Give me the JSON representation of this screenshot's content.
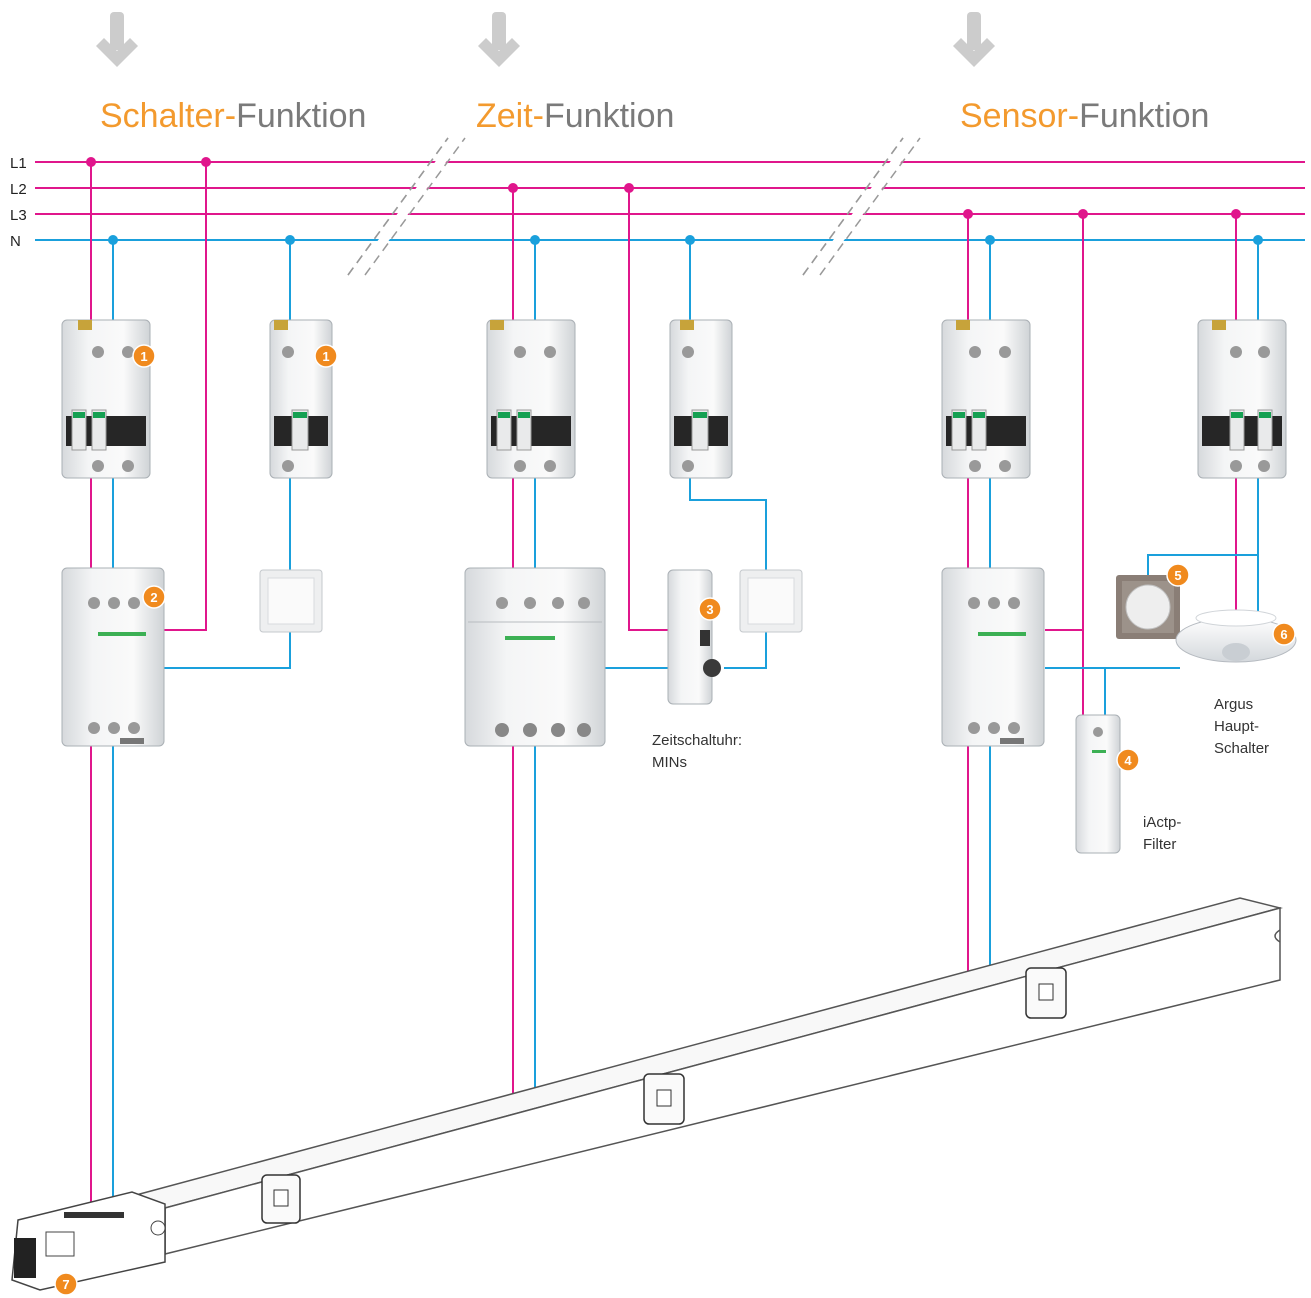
{
  "colors": {
    "accent": "#f39a2e",
    "heading_gray": "#7a7a7a",
    "phase_wire": "#e0168c",
    "neutral_wire": "#1aa0dc",
    "arrow": "#cccccc",
    "badge": "#f08a1e"
  },
  "headings": [
    {
      "accent": "Schalter-",
      "rest": "Funktion"
    },
    {
      "accent": "Zeit-",
      "rest": "Funktion"
    },
    {
      "accent": "Sensor-",
      "rest": "Funktion"
    }
  ],
  "bus_labels": [
    "L1",
    "L2",
    "L3",
    "N"
  ],
  "captions": {
    "timer": [
      "Zeitschaltuhr:",
      "MINs"
    ],
    "argus": [
      "Argus",
      "Haupt-",
      "Schalter"
    ],
    "filter": [
      "iActp-",
      "Filter"
    ]
  },
  "badges": [
    "1",
    "1",
    "2",
    "3",
    "4",
    "5",
    "6",
    "7"
  ],
  "icons": [
    "down-arrow-icon",
    "circuit-breaker-icon",
    "contactor-icon",
    "push-button-icon",
    "timer-module-icon",
    "filter-module-icon",
    "dimmer-switch-icon",
    "motion-sensor-icon",
    "busbar-trunking-icon",
    "tap-off-outlet-icon"
  ]
}
